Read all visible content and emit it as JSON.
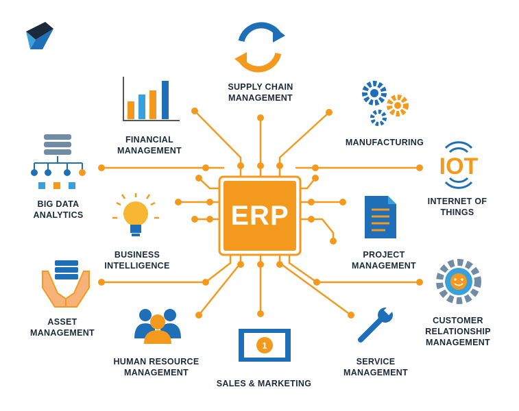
{
  "center": {
    "label": "ERP"
  },
  "colors": {
    "orange": "#f39a1e",
    "blue": "#1f6fb8",
    "light_blue": "#3aa0dc",
    "dark": "#1b2a3a"
  },
  "modules": {
    "supply_chain": {
      "line1": "SUPPLY CHAIN",
      "line2": "MANAGEMENT",
      "icon": "refresh-arrows-icon"
    },
    "financial": {
      "line1": "FINANCIAL",
      "line2": "MANAGEMENT",
      "icon": "bar-chart-icon"
    },
    "manufacturing": {
      "line1": "MANUFACTURING",
      "icon": "gears-icon"
    },
    "big_data": {
      "line1": "BIG DATA",
      "line2": "ANALYTICS",
      "icon": "database-tree-icon"
    },
    "iot": {
      "line1": "INTERNET OF",
      "line2": "THINGS",
      "icon": "iot-icon",
      "icon_text": "IOT"
    },
    "bi": {
      "line1": "BUSINESS",
      "line2": "INTELLIGENCE",
      "icon": "lightbulb-icon"
    },
    "project": {
      "line1": "PROJECT",
      "line2": "MANAGEMENT",
      "icon": "document-icon"
    },
    "asset": {
      "line1": "ASSET",
      "line2": "MANAGEMENT",
      "icon": "hands-server-icon"
    },
    "crm": {
      "line1": "CUSTOMER",
      "line2": "RELATIONSHIP",
      "line3": "MANAGEMENT",
      "icon": "smiley-gear-icon"
    },
    "hr": {
      "line1": "HUMAN RESOURCE",
      "line2": "MANAGEMENT",
      "icon": "people-icon"
    },
    "sales": {
      "line1": "SALES & MARKETING",
      "icon": "banknote-icon",
      "icon_text": "1"
    },
    "service": {
      "line1": "SERVICE",
      "line2": "MANAGEMENT",
      "icon": "wrench-icon"
    }
  },
  "logo": {
    "icon": "brand-logo-icon"
  }
}
